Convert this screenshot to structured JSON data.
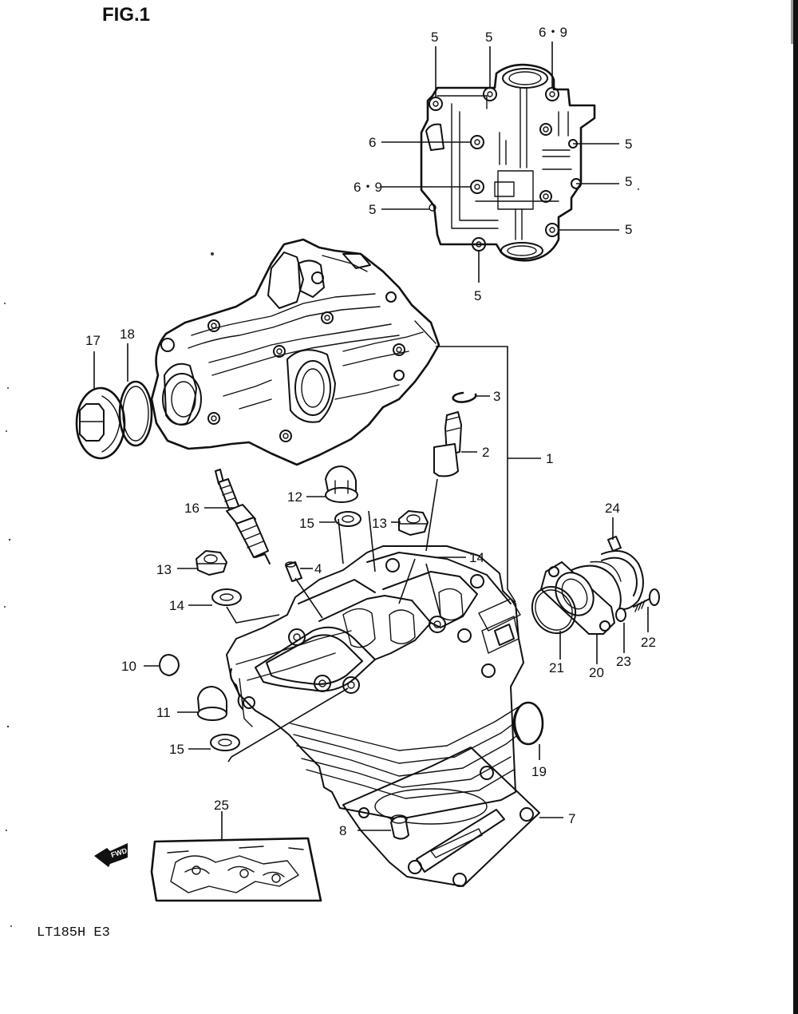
{
  "figure_title": "FIG.1",
  "model_code": "LT185H  E3",
  "fwd_badge": "FWD",
  "callouts": {
    "c1": "1",
    "c2": "2",
    "c3": "3",
    "c4": "4",
    "c5a": "5",
    "c5b": "5",
    "c5c": "5",
    "c5d": "5",
    "c5e": "5",
    "c5f": "5",
    "c5g": "5",
    "c69a": "6・9",
    "c6": "6",
    "c69b": "6・9",
    "c7": "7",
    "c8": "8",
    "c10": "10",
    "c11": "11",
    "c12": "12",
    "c13a": "13",
    "c13b": "13",
    "c14a": "14",
    "c14b": "14",
    "c15a": "15",
    "c15b": "15",
    "c16": "16",
    "c17": "17",
    "c18": "18",
    "c19": "19",
    "c20": "20",
    "c21": "21",
    "c22": "22",
    "c23": "23",
    "c24": "24",
    "c25": "25"
  }
}
